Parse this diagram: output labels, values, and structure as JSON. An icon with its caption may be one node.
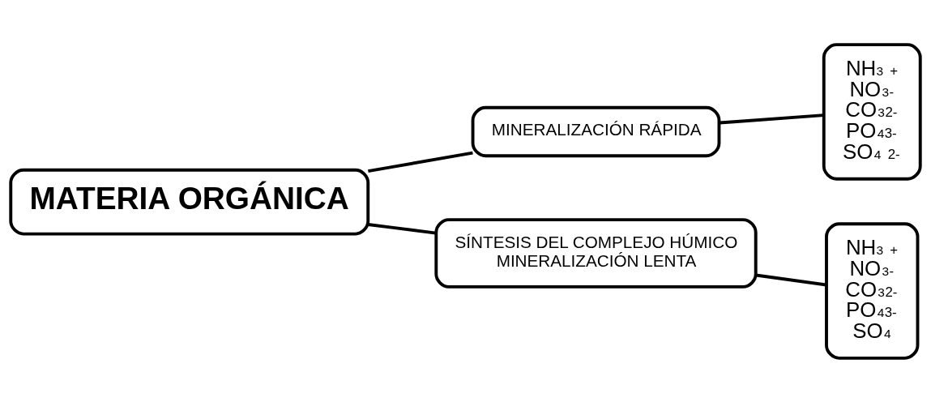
{
  "diagram": {
    "nodes": [
      {
        "text": [
          "MATERIA ORGÁNICA"
        ]
      },
      {
        "text": [
          "MINERALIZACIÓN RÁPIDA"
        ]
      },
      {
        "text": [
          "SÍNTESIS DEL COMPLEJO HÚMICO",
          "MINERALIZACIÓN LENTA"
        ]
      },
      {
        "text": [
          "NH$_{3}$ $^{+}$",
          "NO$_{3}$$^{-}$",
          "CO$_{3}$$^{2-}$",
          "PO$_{4}$$^{3-}$",
          "SO$_{4}$ $^{2-}$"
        ]
      },
      {
        "text": [
          "NH$_{3}$ $^{+}$",
          "NO$_{3}$$^{-}$",
          "CO$_{3}$$^{2-}$",
          "PO$_{4}$$^{3-}$",
          "SO$_{4}$"
        ]
      }
    ],
    "edges": [
      {
        "from": 0,
        "to": 1,
        "arrow": "none"
      },
      {
        "from": 0,
        "to": 2,
        "arrow": "none"
      },
      {
        "from": 1,
        "to": 3,
        "arrow": "none"
      },
      {
        "from": 2,
        "to": 4,
        "arrow": "none"
      }
    ]
  }
}
